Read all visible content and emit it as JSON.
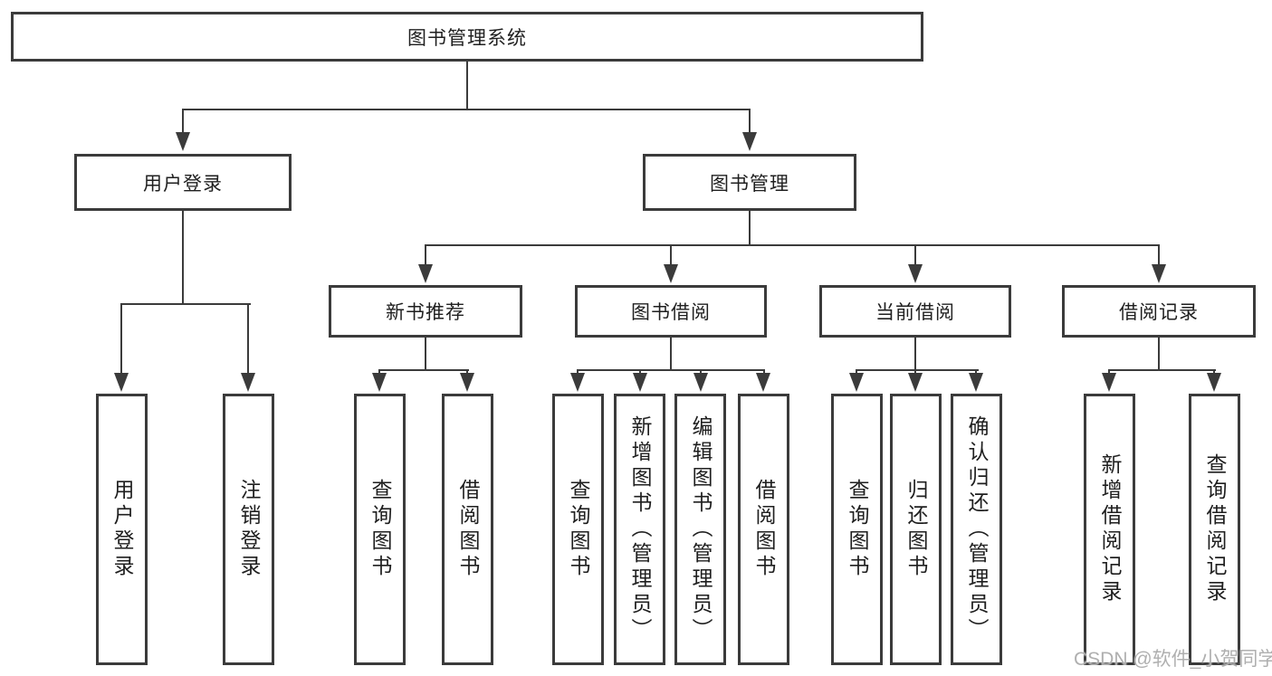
{
  "diagram_type": "hierarchy-flowchart",
  "colors": {
    "background": "#ffffff",
    "box_border": "#3b3b3b",
    "connector_line": "#3b3b3b",
    "text": "#1f1f1f",
    "watermark": "#ababab"
  },
  "tree": {
    "label": "图书管理系统",
    "children": [
      {
        "label": "用户登录",
        "children": [
          {
            "label": "用户登录"
          },
          {
            "label": "注销登录"
          }
        ]
      },
      {
        "label": "图书管理",
        "children": [
          {
            "label": "新书推荐",
            "children": [
              {
                "label": "查询图书"
              },
              {
                "label": "借阅图书"
              }
            ]
          },
          {
            "label": "图书借阅",
            "children": [
              {
                "label": "查询图书"
              },
              {
                "label": "新增图书（管理员）"
              },
              {
                "label": "编辑图书（管理员）"
              },
              {
                "label": "借阅图书"
              }
            ]
          },
          {
            "label": "当前借阅",
            "children": [
              {
                "label": "查询图书"
              },
              {
                "label": "归还图书"
              },
              {
                "label": "确认归还（管理员）"
              }
            ]
          },
          {
            "label": "借阅记录",
            "children": [
              {
                "label": "新增借阅记录"
              },
              {
                "label": "查询借阅记录"
              }
            ]
          }
        ]
      }
    ]
  },
  "watermark": {
    "text": "CSDN @软件_小贺同学"
  }
}
